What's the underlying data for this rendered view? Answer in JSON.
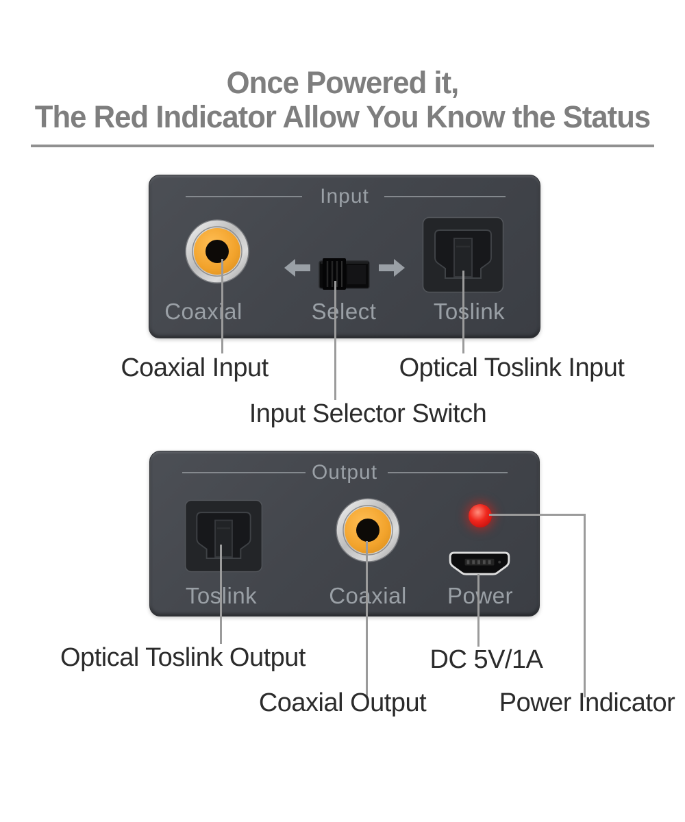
{
  "title": {
    "line1": "Once Powered it,",
    "line2": "The Red Indicator Allow You Know the Status"
  },
  "device_front": {
    "header": "Input",
    "ports": {
      "coaxial": "Coaxial",
      "select": "Select",
      "toslink": "Toslink"
    }
  },
  "device_back": {
    "header": "Output",
    "ports": {
      "toslink": "Toslink",
      "coaxial": "Coaxial",
      "power": "Power"
    }
  },
  "annotations": {
    "coaxial_input": "Coaxial Input",
    "optical_toslink_input": "Optical Toslink Input",
    "input_selector_switch": "Input Selector Switch",
    "optical_toslink_output": "Optical Toslink Output",
    "dc_power": "DC 5V/1A",
    "coaxial_output": "Coaxial Output",
    "power_indicator": "Power Indicator"
  },
  "icons": [
    "rca-jack-icon",
    "toslink-port-icon",
    "slide-switch-icon",
    "arrow-left-icon",
    "arrow-right-icon",
    "led-indicator-icon",
    "micro-usb-port-icon"
  ],
  "colors": {
    "accent_yellow": "#F2A32C",
    "led_red": "#E8201A",
    "panel_body": "#43464C",
    "panel_label": "#9AA0A6",
    "annotation_text": "#2B2B2B",
    "title_gray": "#7E7E7E",
    "leader_line": "#9B9B9B",
    "divider": "#909090"
  }
}
